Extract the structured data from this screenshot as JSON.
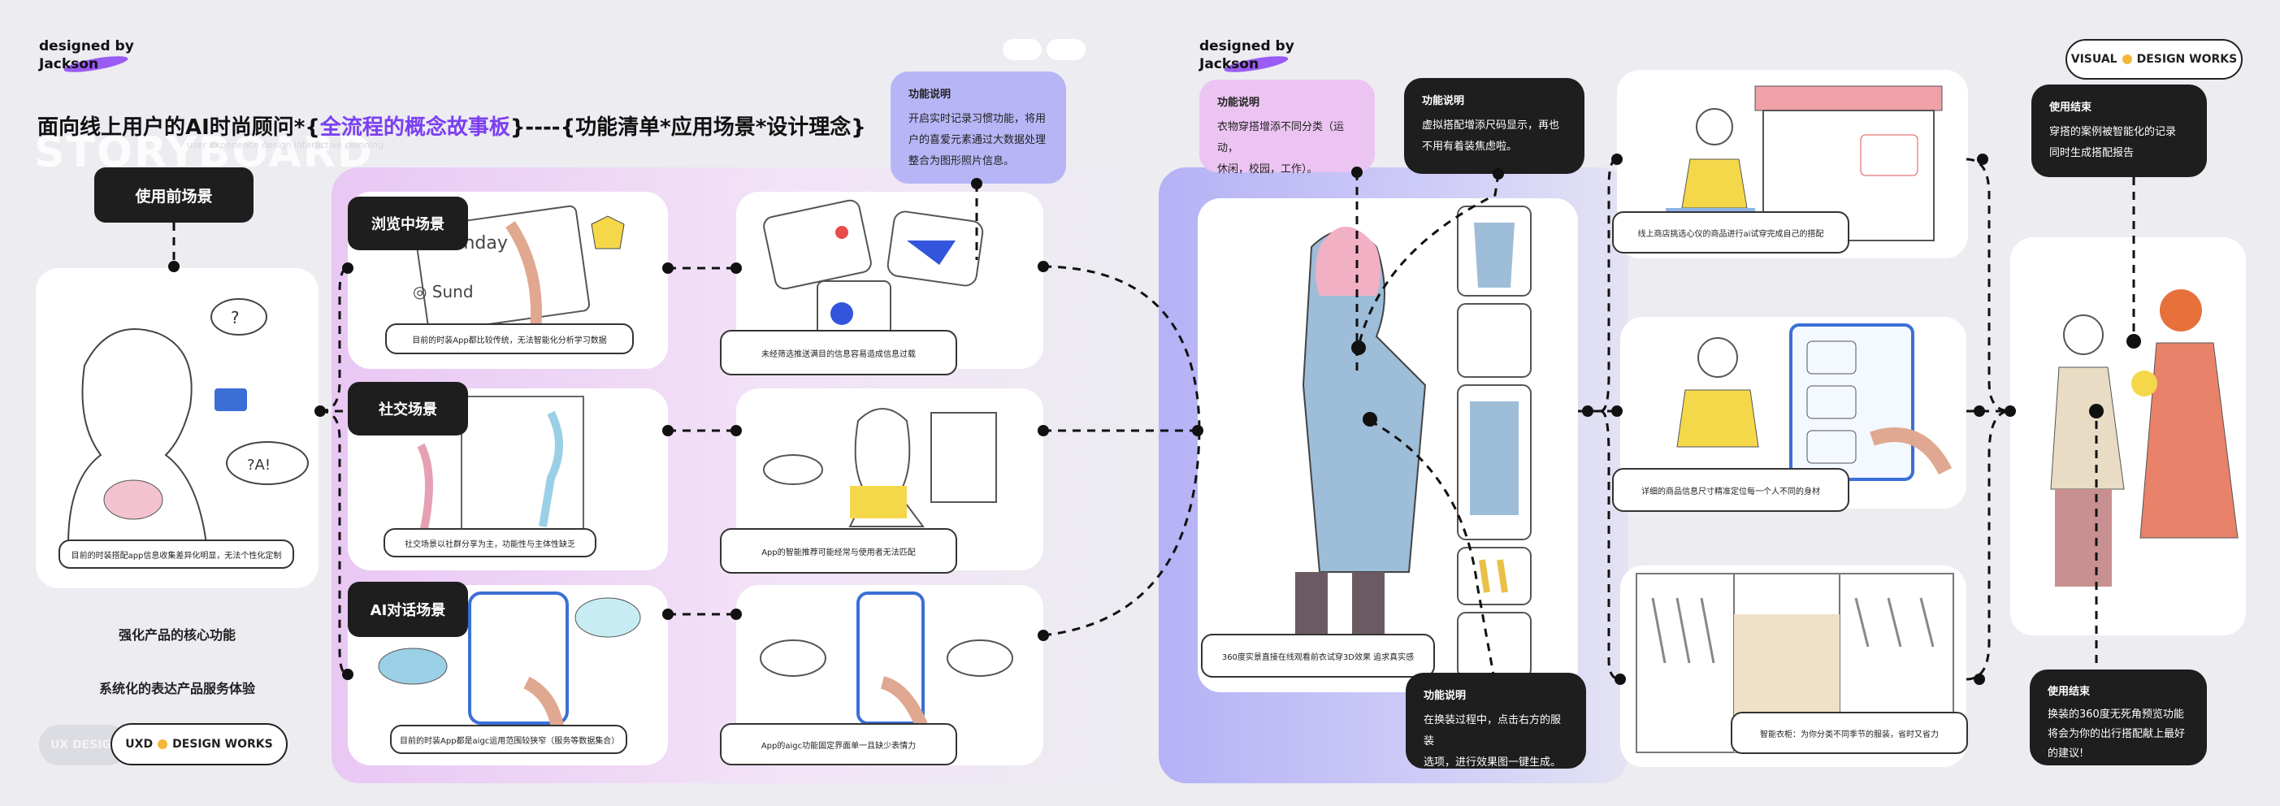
{
  "header": {
    "brand_left_line1": "designed by",
    "brand_left_line2": "Jackson",
    "brand_right_line1": "designed by",
    "brand_right_line2": "Jackson",
    "title_prefix": "面向线上用户的AI时尚顾问*{",
    "title_highlight": "全流程的概念故事板",
    "title_suffix": "}----{功能清单*应用场景*设计理念}",
    "ghost_word": "STORYBOARD",
    "ghost_sub": "user experience design interactive planning",
    "badge": "VISUAL DESIGN WORKS"
  },
  "before": {
    "label": "使用前场景",
    "caption": "目前的时装搭配app信息收集差异化明显，无法个性化定制",
    "taglines": [
      "强化产品的核心功能",
      "系统化的表达产品服务体验"
    ],
    "ghost_button": "UX DESIGN",
    "button": "UXD DESIGN WORKS"
  },
  "scenes": [
    {
      "label": "浏览中场景",
      "caption_left": "目前的时装App都比较传统，无法智能化分析学习数据",
      "caption_right": "未经筛选推送满目的信息容易造成信息过载"
    },
    {
      "label": "社交场景",
      "caption_left": "社交场景以社群分享为主，功能性与主体性缺乏",
      "caption_right": "App的智能推荐可能经常与使用者无法匹配"
    },
    {
      "label": "AI对话场景",
      "caption_left": "目前的时装App都是aigc运用范围较狭窄（服务等数据集合）",
      "caption_right": "App的aigc功能固定界面单一且缺少表情力"
    }
  ],
  "notes": {
    "note1": {
      "title": "功能说明",
      "lines": [
        "开启实时记录习惯功能，将用",
        "户的喜爱元素通过大数据处理",
        "整合为图形照片信息。"
      ]
    },
    "note2": {
      "title": "功能说明",
      "lines": [
        "衣物穿搭增添不同分类（运动，",
        "休闲，校园，工作）。"
      ]
    },
    "note3": {
      "title": "功能说明",
      "lines": [
        "虚拟搭配增添尺码显示，再也",
        "不用有着装焦虑啦。"
      ]
    },
    "note4": {
      "title": "功能说明",
      "lines": [
        "在换装过程中，点击右方的服装",
        "选项，进行效果图一键生成。"
      ]
    },
    "note5": {
      "title": "使用结束",
      "lines": [
        "穿搭的案例被智能化的记录",
        "同时生成搭配报告"
      ]
    },
    "note6": {
      "title": "使用结束",
      "lines": [
        "换装的360度无死角预览功能",
        "将会为你的出行搭配献上最好",
        "的建议!"
      ]
    }
  },
  "fitting": {
    "caption": "360度实景直接在线观看前衣试穿3D效果 追求真实感"
  },
  "right_cards": [
    {
      "caption": "线上商店挑选心仪的商品进行ai试穿完成自己的搭配"
    },
    {
      "caption": "详细的商品信息尺寸精准定位每一个人不同的身材"
    },
    {
      "caption": "智能衣柜：为你分类不同季节的服装，省时又省力"
    }
  ],
  "colors": {
    "bg": "#ececf1",
    "accent": "#7b3ff2",
    "panel_pink": "#e9c7f4",
    "panel_blue": "#b5b1f6",
    "note_lavender": "#b8b5f7",
    "note_pink": "#ecc4f2",
    "dark": "#1e1e1e",
    "dot": "#f4b63b"
  }
}
